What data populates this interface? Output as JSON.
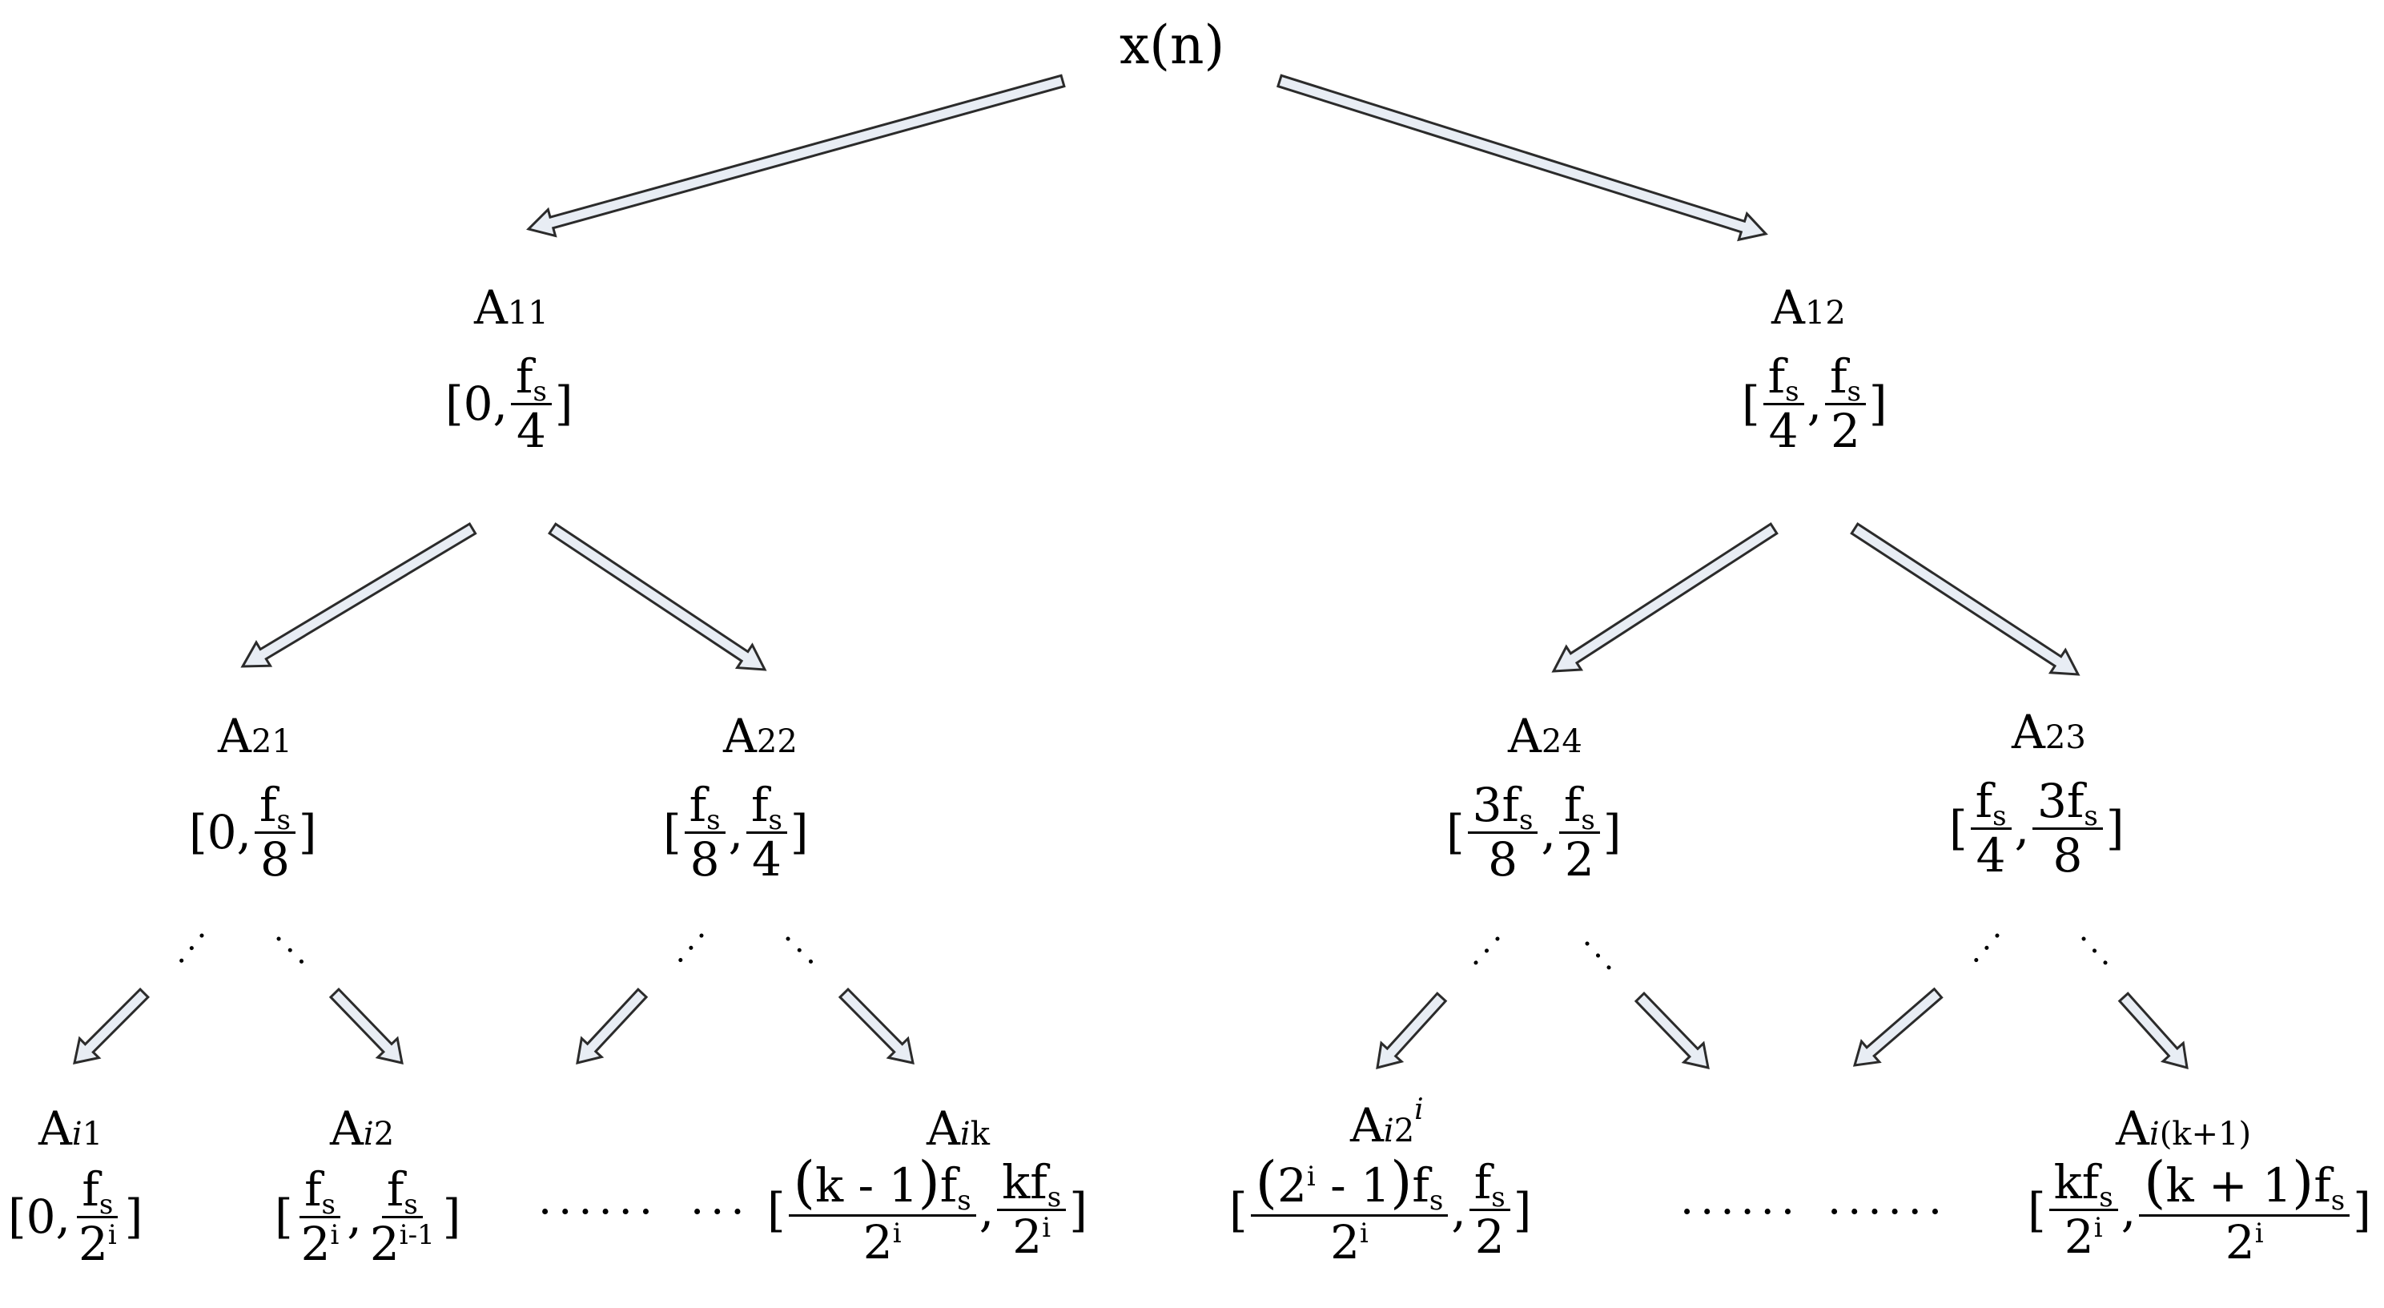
{
  "root": {
    "label": "x(n)"
  },
  "level1": [
    {
      "id": "A11",
      "letter": "A",
      "sub": "11",
      "lo": "0",
      "hi_num": "f",
      "hi_sub": "s",
      "hi_den": "4"
    },
    {
      "id": "A12",
      "letter": "A",
      "sub": "12",
      "lo_num": "f",
      "lo_sub": "s",
      "lo_den": "4",
      "hi_num": "f",
      "hi_sub": "s",
      "hi_den": "2"
    }
  ],
  "level2": [
    {
      "id": "A21",
      "letter": "A",
      "sub": "21",
      "lo": "0",
      "hi_num": "f",
      "hi_sub": "s",
      "hi_den": "8"
    },
    {
      "id": "A22",
      "letter": "A",
      "sub": "22",
      "lo_num": "f",
      "lo_sub": "s",
      "lo_den": "8",
      "hi_num": "f",
      "hi_sub": "s",
      "hi_den": "4"
    },
    {
      "id": "A24",
      "letter": "A",
      "sub": "24",
      "lo_num": "3f",
      "lo_sub": "s",
      "lo_den": "8",
      "hi_num": "f",
      "hi_sub": "s",
      "hi_den": "2"
    },
    {
      "id": "A23",
      "letter": "A",
      "sub": "23",
      "lo_num": "f",
      "lo_sub": "s",
      "lo_den": "4",
      "hi_num": "3f",
      "hi_sub": "s",
      "hi_den": "8"
    }
  ],
  "leaves": {
    "ai1": {
      "letter": "A",
      "sub_i": "i",
      "sub": "1",
      "lo": "0",
      "hi_num": "f",
      "hi_sub": "s",
      "hi_den_base": "2",
      "hi_den_pow": "i"
    },
    "ai2": {
      "letter": "A",
      "sub_i": "i",
      "sub": "2",
      "lo_num": "f",
      "lo_sub": "s",
      "lo_den_base": "2",
      "lo_den_pow": "i",
      "hi_num": "f",
      "hi_sub": "s",
      "hi_den_base": "2",
      "hi_den_pow": "i-1"
    },
    "aik": {
      "letter": "A",
      "sub_i": "i",
      "sub": "k",
      "lo_num_paren": "k - 1",
      "lo_num_f": "f",
      "lo_sub": "s",
      "lo_den_base": "2",
      "lo_den_pow": "i",
      "hi_num": "kf",
      "hi_sub": "s",
      "hi_den_base": "2",
      "hi_den_pow": "i"
    },
    "ai2i": {
      "letter": "A",
      "sub_i": "i",
      "sub": "2",
      "sup": "i",
      "lo_num_base": "2",
      "lo_num_pow": "i",
      "lo_num_minus": " - 1",
      "lo_num_f": "f",
      "lo_sub": "s",
      "lo_den_base": "2",
      "lo_den_pow": "i",
      "hi_num": "f",
      "hi_sub": "s",
      "hi_den": "2"
    },
    "aik1": {
      "letter": "A",
      "sub_i": "i",
      "sub": "(k+1)",
      "lo_num": "kf",
      "lo_sub": "s",
      "lo_den_base": "2",
      "lo_den_pow": "i",
      "hi_num_paren": "k + 1",
      "hi_num_f": "f",
      "hi_sub": "s",
      "hi_den_base": "2",
      "hi_den_pow": "i"
    }
  },
  "separators": {
    "dots_a": "......",
    "dots_b": "...",
    "dots_c": "......",
    "dots_d": "......"
  },
  "brackets": {
    "open": "[",
    "close": "]",
    "comma": ","
  },
  "styles": {
    "arrow_fill": "#e8edf4",
    "arrow_stroke": "#2b2b2b"
  }
}
